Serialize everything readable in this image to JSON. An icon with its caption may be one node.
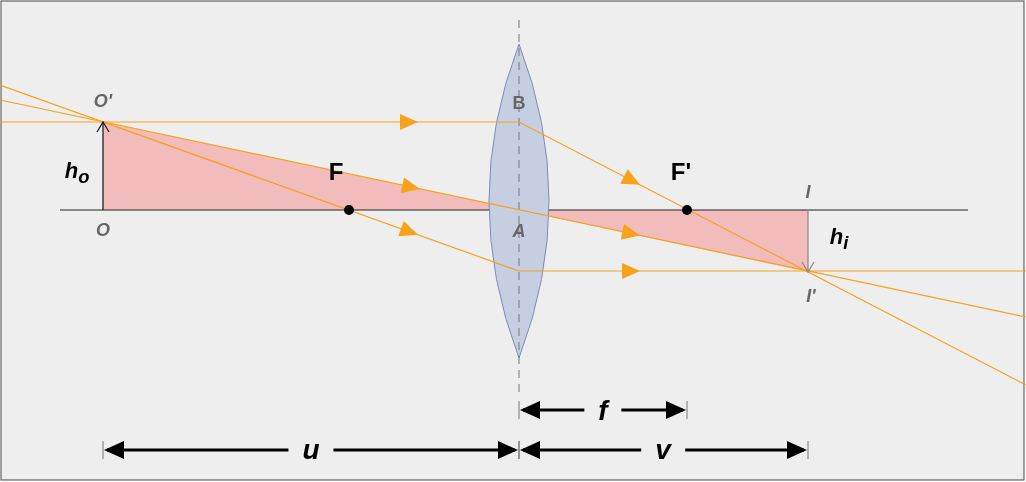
{
  "diagram": {
    "labels": [
      "O'",
      "B",
      "h$_{o}$",
      "F",
      "F'",
      "I",
      "O",
      "A",
      "h$_{i}$",
      "I'",
      "f",
      "u",
      "v"
    ]
  }
}
